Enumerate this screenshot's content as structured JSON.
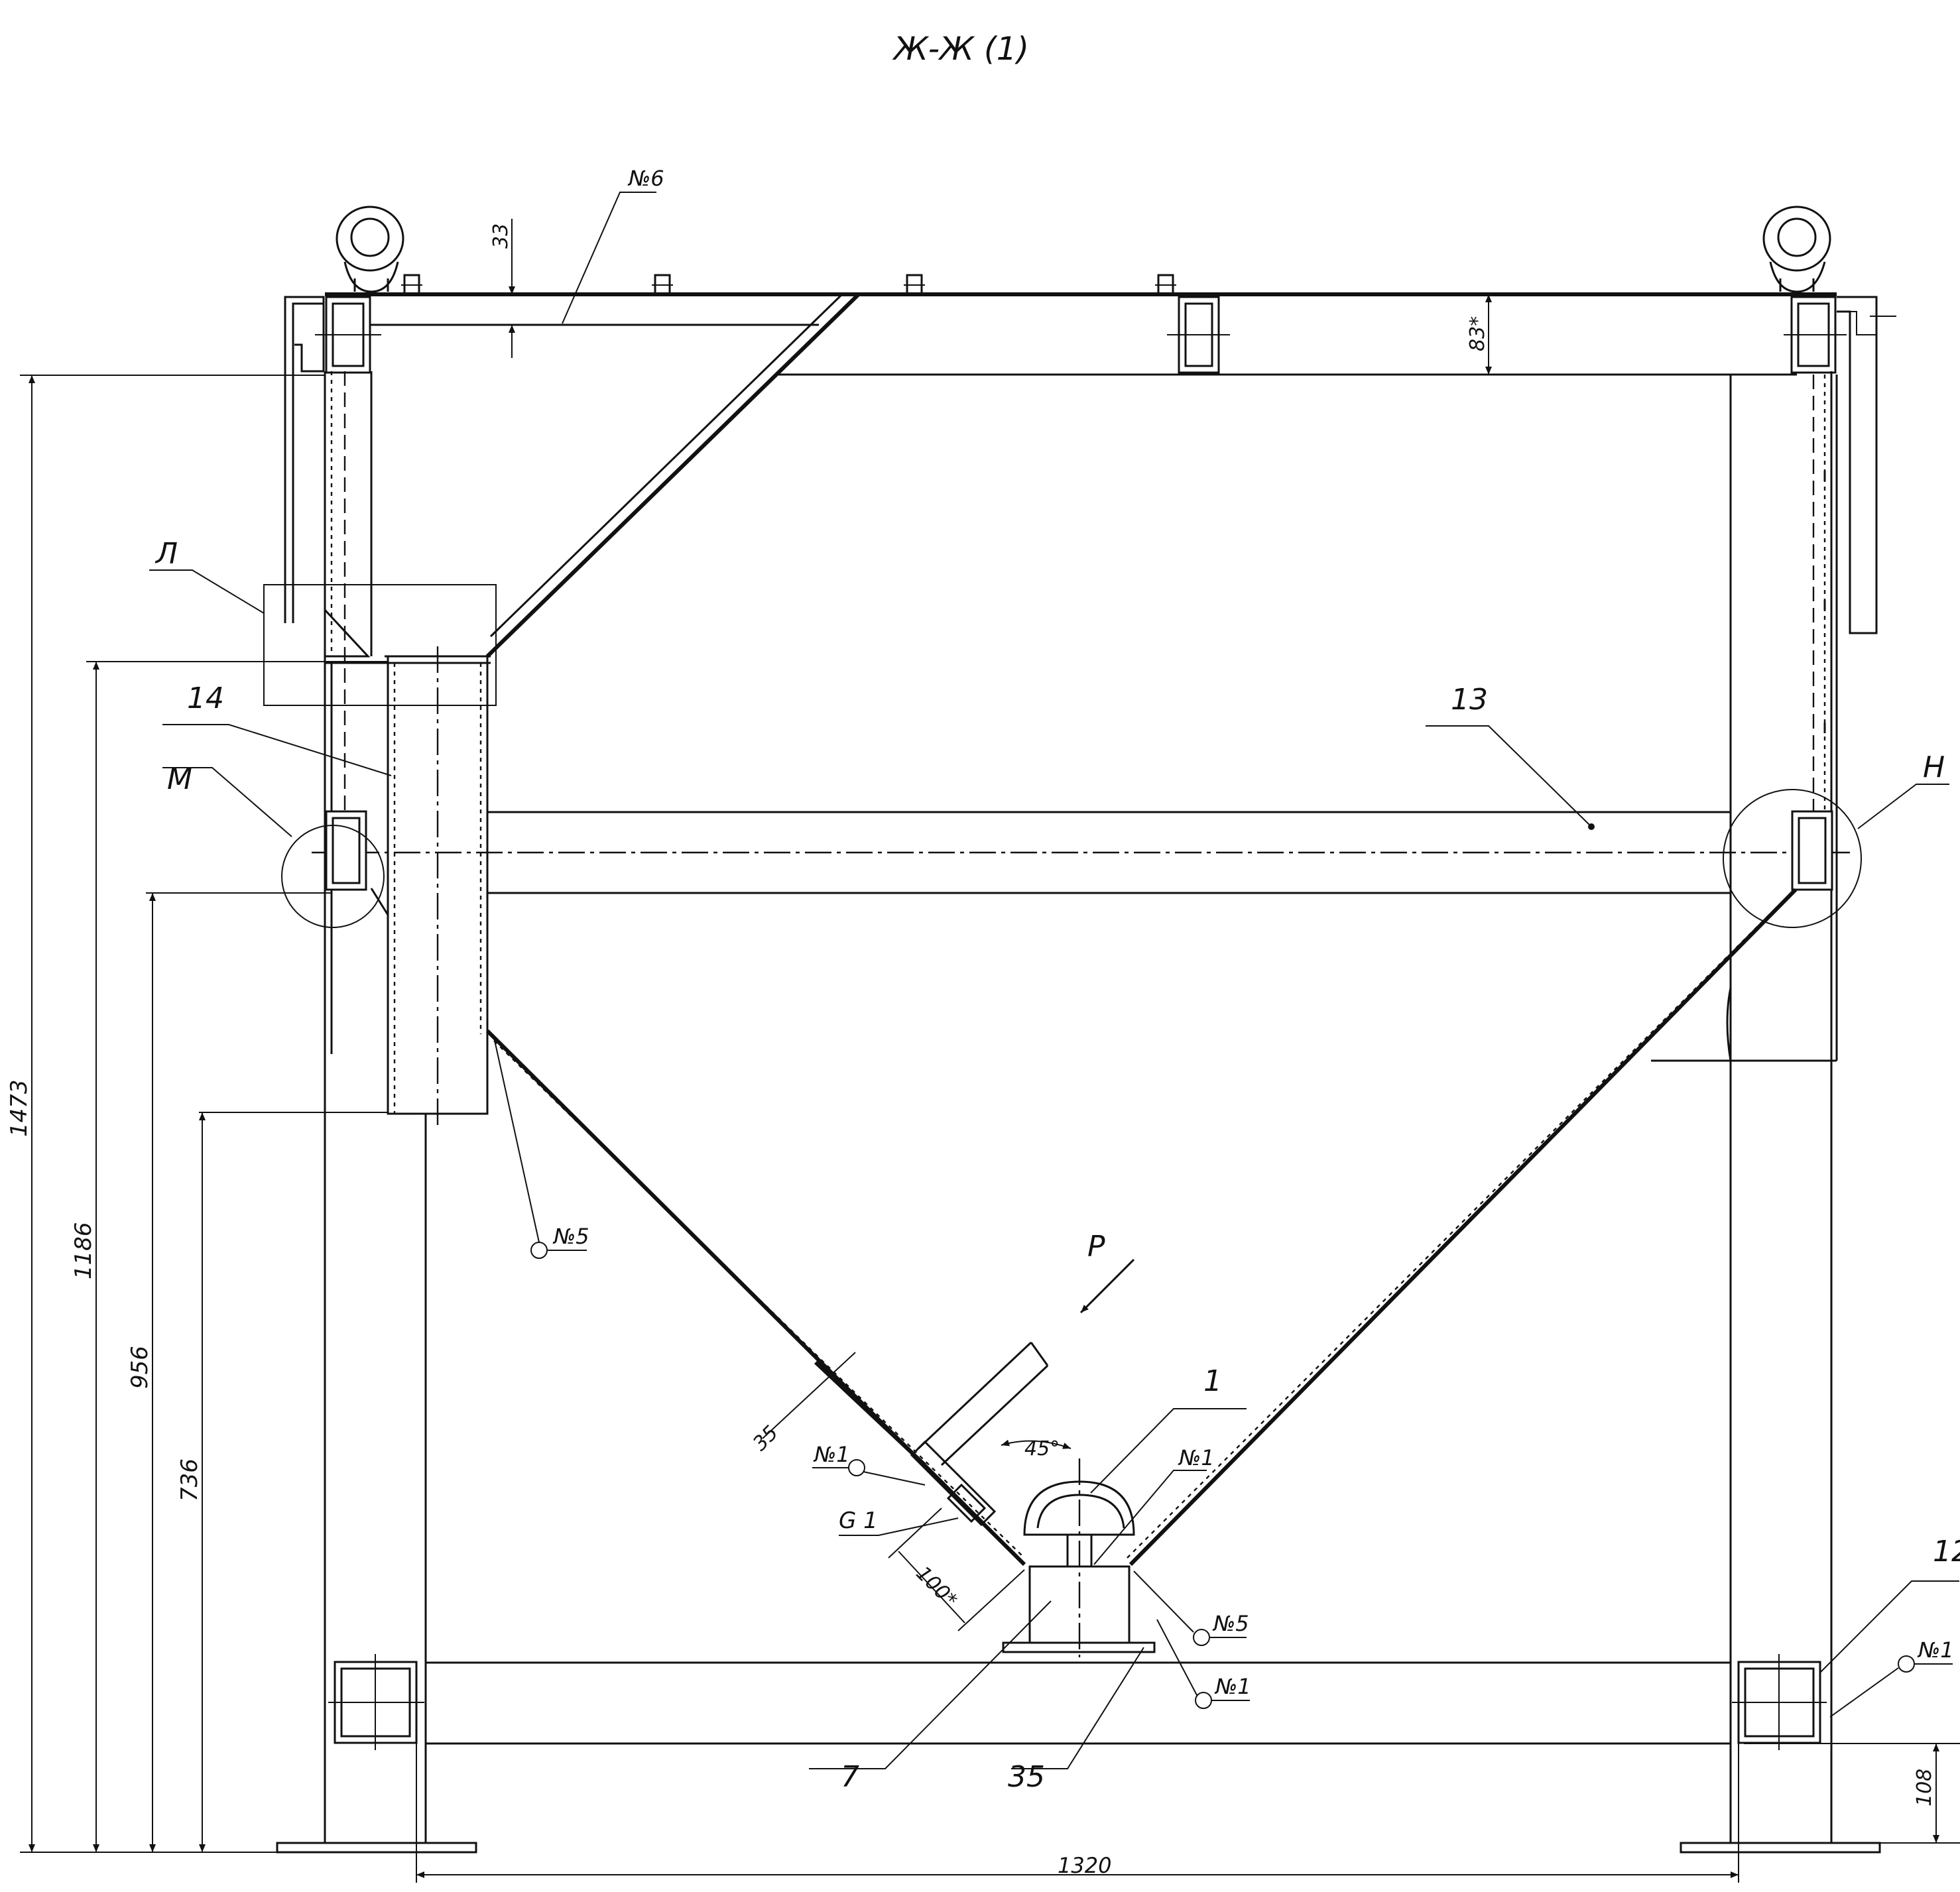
{
  "title": "Ж-Ж (1)",
  "positions": {
    "p1": "1",
    "p7": "7",
    "p12": "12",
    "p13": "13",
    "p14": "14",
    "p35": "35"
  },
  "view_labels": {
    "L": "Л",
    "M": "М",
    "H": "Н",
    "P": "Р"
  },
  "weld_marks": {
    "w6": "№6",
    "w5a": "№5",
    "w5b": "№5",
    "w1a": "№1",
    "w1b": "№1",
    "w1c": "№1",
    "w1d": "№1"
  },
  "thread": "G 1",
  "dimensions": {
    "d33": "33",
    "d83": "83*",
    "d1473": "1473",
    "d1186": "1186",
    "d956": "956",
    "d736": "736",
    "d35": "35",
    "d45": "45°",
    "d100": "100*",
    "d108": "108",
    "d1320": "1320"
  }
}
